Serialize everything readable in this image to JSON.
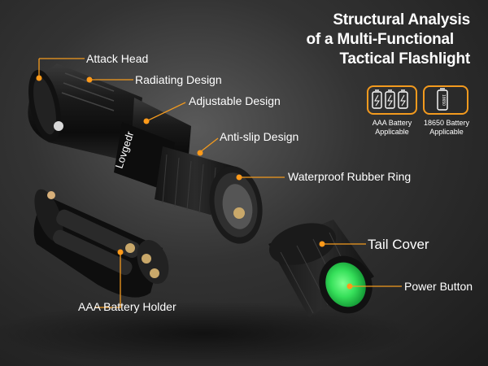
{
  "title": {
    "line1": "Structural Analysis",
    "line2": "of a Multi-Functional",
    "line3": "Tactical Flashlight"
  },
  "badges": [
    {
      "caption_line1": "AAA Battery",
      "caption_line2": "Applicable",
      "icon": "three-battery-icon"
    },
    {
      "caption_line1": "18650 Battery",
      "caption_line2": "Applicable",
      "icon": "single-battery-icon",
      "battery_text": "18650"
    }
  ],
  "brand": "Lovgedr",
  "callouts": {
    "attack_head": "Attack Head",
    "radiating_design": "Radiating Design",
    "adjustable_design": "Adjustable Design",
    "anti_slip_design": "Anti-slip Design",
    "waterproof_ring": "Waterproof Rubber Ring",
    "tail_cover": "Tail Cover",
    "power_button": "Power Button",
    "battery_holder": "AAA Battery Holder"
  },
  "colors": {
    "accent": "#f39a1e",
    "leader_dot": "#ff9a1a",
    "button_green": "#36e05a"
  }
}
